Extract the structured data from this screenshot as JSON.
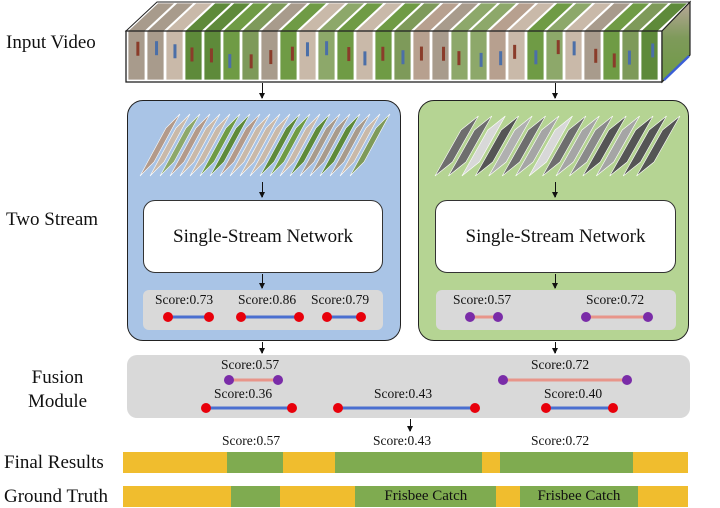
{
  "labels": {
    "input_video": "Input Video",
    "two_stream": "Two Stream",
    "fusion_line1": "Fusion",
    "fusion_line2": "Module",
    "final_results": "Final Results",
    "ground_truth": "Ground Truth"
  },
  "colors": {
    "rgb_stream_bg": "#a9c4e6",
    "flow_stream_bg": "#b5d493",
    "panel_grey": "#d9d9d9",
    "rgb_proposal_line": "#4a6fd0",
    "rgb_proposal_dot": "#e8000b",
    "flow_proposal_line": "#e8958a",
    "flow_proposal_dot": "#7a2ca8",
    "background_segment": "#f0bd2e",
    "action_segment": "#7fab50"
  },
  "rgb_stream": {
    "network_label": "Single-Stream Network",
    "proposals": [
      {
        "label": "Score:0.73"
      },
      {
        "label": "Score:0.86"
      },
      {
        "label": "Score:0.79"
      }
    ]
  },
  "flow_stream": {
    "network_label": "Single-Stream Network",
    "proposals": [
      {
        "label": "Score:0.57"
      },
      {
        "label": "Score:0.72"
      }
    ]
  },
  "fusion": {
    "proposals": [
      {
        "label": "Score:0.57",
        "source": "flow"
      },
      {
        "label": "Score:0.72",
        "source": "flow"
      },
      {
        "label": "Score:0.36",
        "source": "rgb"
      },
      {
        "label": "Score:0.43",
        "source": "rgb"
      },
      {
        "label": "Score:0.40",
        "source": "rgb"
      }
    ]
  },
  "final_results": {
    "scores": [
      "Score:0.57",
      "Score:0.43",
      "Score:0.72"
    ],
    "segments": [
      {
        "type": "background",
        "fraction": 0.184
      },
      {
        "type": "action",
        "fraction": 0.099,
        "label": ""
      },
      {
        "type": "background",
        "fraction": 0.092
      },
      {
        "type": "action",
        "fraction": 0.26,
        "label": ""
      },
      {
        "type": "background",
        "fraction": 0.032
      },
      {
        "type": "action",
        "fraction": 0.235,
        "label": ""
      },
      {
        "type": "background",
        "fraction": 0.098
      }
    ]
  },
  "ground_truth": {
    "segments": [
      {
        "type": "background",
        "fraction": 0.191
      },
      {
        "type": "action",
        "fraction": 0.087,
        "label": ""
      },
      {
        "type": "background",
        "fraction": 0.133
      },
      {
        "type": "action",
        "fraction": 0.25,
        "label": "Frisbee Catch"
      },
      {
        "type": "background",
        "fraction": 0.041
      },
      {
        "type": "action",
        "fraction": 0.21,
        "label": "Frisbee Catch"
      },
      {
        "type": "background",
        "fraction": 0.088
      }
    ]
  }
}
